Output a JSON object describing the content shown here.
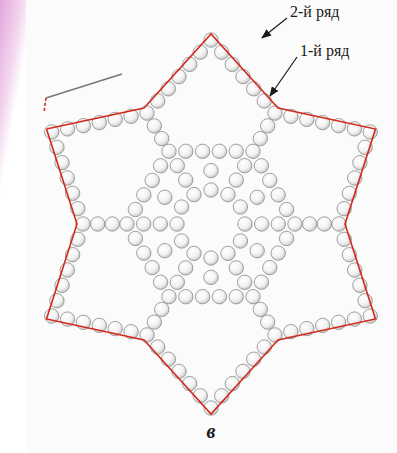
{
  "diagram": {
    "caption": "в",
    "labels": [
      "2-й ряд",
      "1-й ряд"
    ]
  }
}
